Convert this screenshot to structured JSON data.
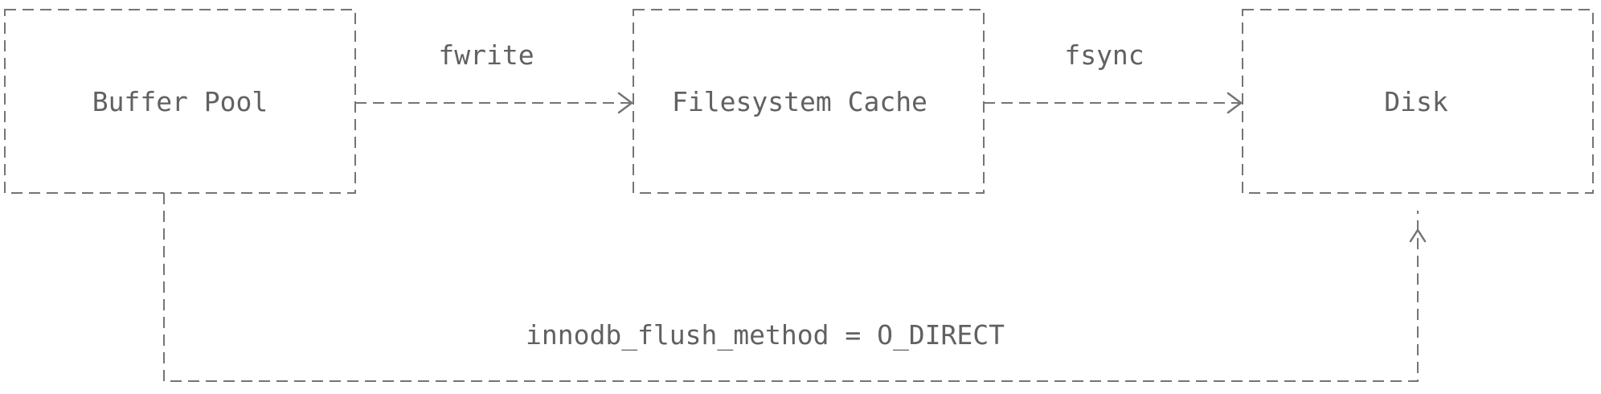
{
  "diagram": {
    "nodes": {
      "buffer_pool": "Buffer Pool",
      "filesystem_cache": "Filesystem Cache",
      "disk": "Disk"
    },
    "edges": {
      "fwrite": "fwrite",
      "fsync": "fsync",
      "direct": "innodb_flush_method = O_DIRECT"
    }
  }
}
